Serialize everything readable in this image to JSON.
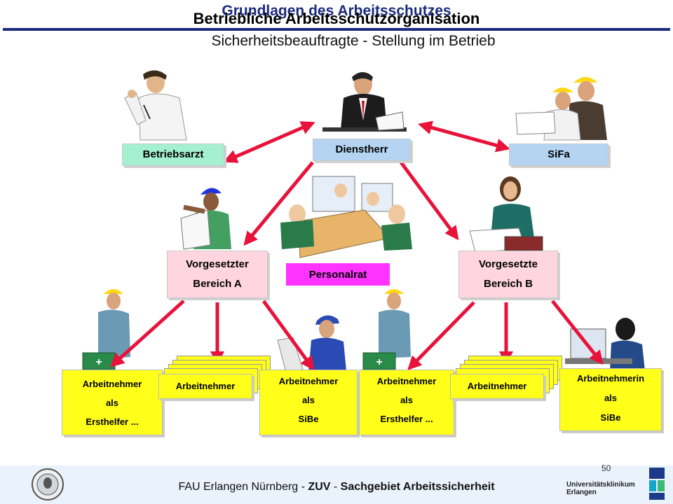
{
  "header": {
    "title_back": "Grundlagen des Arbeitsschutzes",
    "title_front": "Betriebliche Arbeitsschutzorganisation",
    "subtitle": "Sicherheitsbeauftragte - Stellung im Betrieb"
  },
  "nodes": {
    "betriebsarzt": "Betriebsarzt",
    "dienstherr": "Dienstherr",
    "sifa": "SiFa",
    "vorgesetzter_a_line1": "Vorgesetzter",
    "vorgesetzter_a_line2": "Bereich A",
    "personalrat": "Personalrat",
    "vorgesetzte_b_line1": "Vorgesetzte",
    "vorgesetzte_b_line2": "Bereich B",
    "an_ersthelfer_a": [
      "Arbeitnehmer",
      "als",
      "Ersthelfer ..."
    ],
    "an_a": "Arbeitnehmer",
    "an_sibe_a": [
      "Arbeitnehmer",
      "als",
      "SiBe"
    ],
    "an_ersthelfer_b": [
      "Arbeitnehmer",
      "als",
      "Ersthelfer ..."
    ],
    "an_b": "Arbeitnehmer",
    "an_sibe_b": [
      "Arbeitnehmerin",
      "als",
      "SiBe"
    ]
  },
  "footer": {
    "text_part1": "FAU Erlangen Nürnberg - ",
    "text_part2": "ZUV",
    "text_part3": " - ",
    "text_part4": "Sachgebiet Arbeitssicherheit",
    "page_number": "50",
    "logo_line1": "Universitätsklinikum",
    "logo_line2": "Erlangen"
  },
  "colors": {
    "arrow": "#e8123a",
    "title_blue": "#1c2a80",
    "yellow_box": "#ffff1a",
    "green_box": "#a5f0d0",
    "blue_box": "#b4d4f2",
    "pink_box": "#ffd6e0",
    "magenta_box": "#ff33ff"
  }
}
